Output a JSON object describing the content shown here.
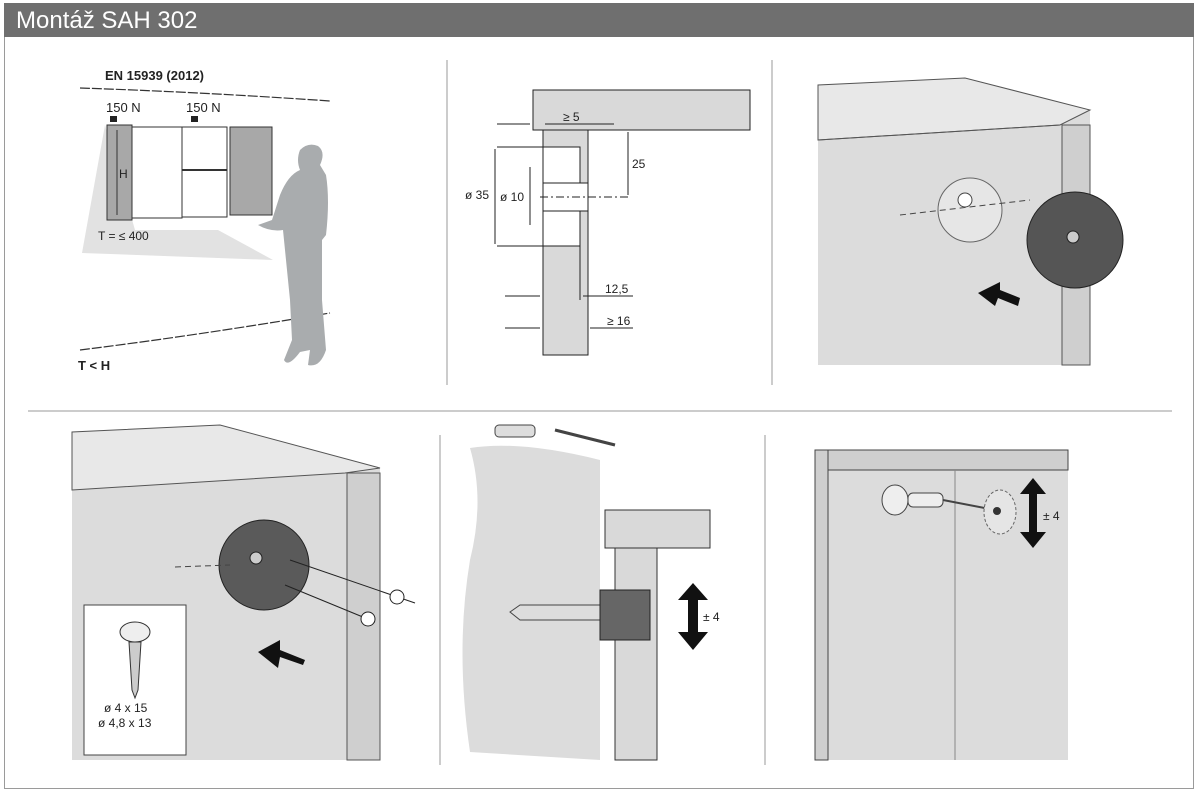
{
  "header": {
    "title": "Montáž SAH 302"
  },
  "panel1": {
    "standard": "EN 15939 (2012)",
    "load_left": "150 N",
    "load_right": "150 N",
    "height_label": "H",
    "depth_label": "T = ≤ 400",
    "condition": "T < H"
  },
  "panel2": {
    "dim_top_gap": "≥ 5",
    "dim_25": "25",
    "dim_d35": "ø 35",
    "dim_d10": "ø 10",
    "dim_12_5": "12,5",
    "dim_16": "≥ 16"
  },
  "panel4": {
    "screw_size_1": "ø 4 x 15",
    "screw_size_2": "ø 4,8 x 13"
  },
  "panel5": {
    "adjust": "± 4"
  },
  "panel6": {
    "adjust": "± 4"
  },
  "colors": {
    "titlebar": "#6f6f6f",
    "panel_gray": "#d9d9d9",
    "part_dark": "#555555"
  }
}
